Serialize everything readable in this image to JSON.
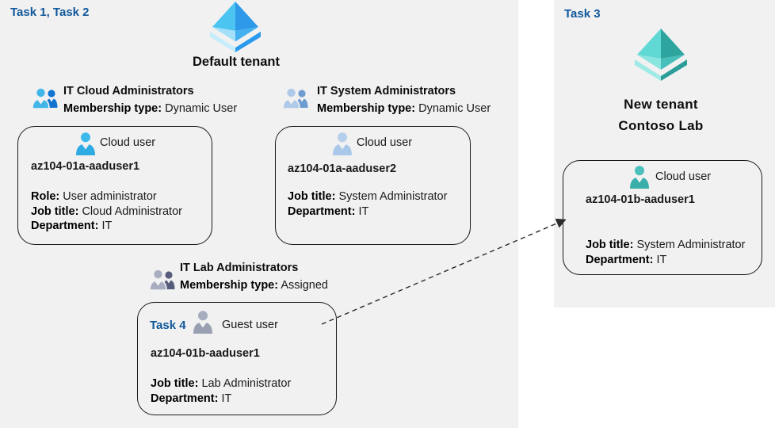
{
  "tenants": {
    "default": {
      "task_label": "Task 1, Task 2",
      "title": "Default tenant"
    },
    "new": {
      "task_label": "Task 3",
      "title_line1": "New tenant",
      "title_line2": "Contoso Lab"
    }
  },
  "groups": [
    {
      "title": "IT Cloud Administrators",
      "membership_label": "Membership type:",
      "membership_value": "Dynamic User"
    },
    {
      "title": "IT System Administrators",
      "membership_label": "Membership type:",
      "membership_value": "Dynamic User"
    },
    {
      "title": "IT Lab Administrators",
      "membership_label": "Membership type:",
      "membership_value": "Assigned"
    }
  ],
  "cards": [
    {
      "user_type": "Cloud user",
      "name": "az104-01a-aaduser1",
      "fields": [
        {
          "label": "Role:",
          "value": "User administrator"
        },
        {
          "label": "Job title:",
          "value": "Cloud Administrator"
        },
        {
          "label": "Department:",
          "value": "IT"
        }
      ]
    },
    {
      "user_type": "Cloud user",
      "name": "az104-01a-aaduser2",
      "fields": [
        {
          "label": "Job title:",
          "value": "System Administrator"
        },
        {
          "label": "Department:",
          "value": "IT"
        }
      ]
    },
    {
      "task_label": "Task 4",
      "user_type": "Guest user",
      "name": "az104-01b-aaduser1",
      "fields": [
        {
          "label": "Job title:",
          "value": "Lab Administrator"
        },
        {
          "label": "Department:",
          "value": "IT"
        }
      ]
    },
    {
      "user_type": "Cloud user",
      "name": "az104-01b-aaduser1",
      "fields": [
        {
          "label": "Job title:",
          "value": "System Administrator"
        },
        {
          "label": "Department:",
          "value": "IT"
        }
      ]
    }
  ],
  "icons": {
    "default_tenant": "azure-tenant-pyramid-icon-blue",
    "new_tenant": "azure-tenant-pyramid-icon-teal",
    "group": "two-users-group-icon",
    "cloud_user": "single-user-icon",
    "guest_user": "single-user-icon"
  },
  "colors": {
    "accent_blue": "#10589B",
    "panel_background": "#F1F1F2",
    "card_border": "#1A1A1A",
    "arrow": "#2B2B2B",
    "azure_ad_blue": "#2E99E8",
    "azure_ad_teal": "#2EA49E",
    "cloud_user_blue": "#2FAAE3",
    "cloud_user_steel": "#A9C7E8",
    "guest_user_gray": "#99A0B2",
    "cloud_user_teal": "#39AEAB"
  }
}
